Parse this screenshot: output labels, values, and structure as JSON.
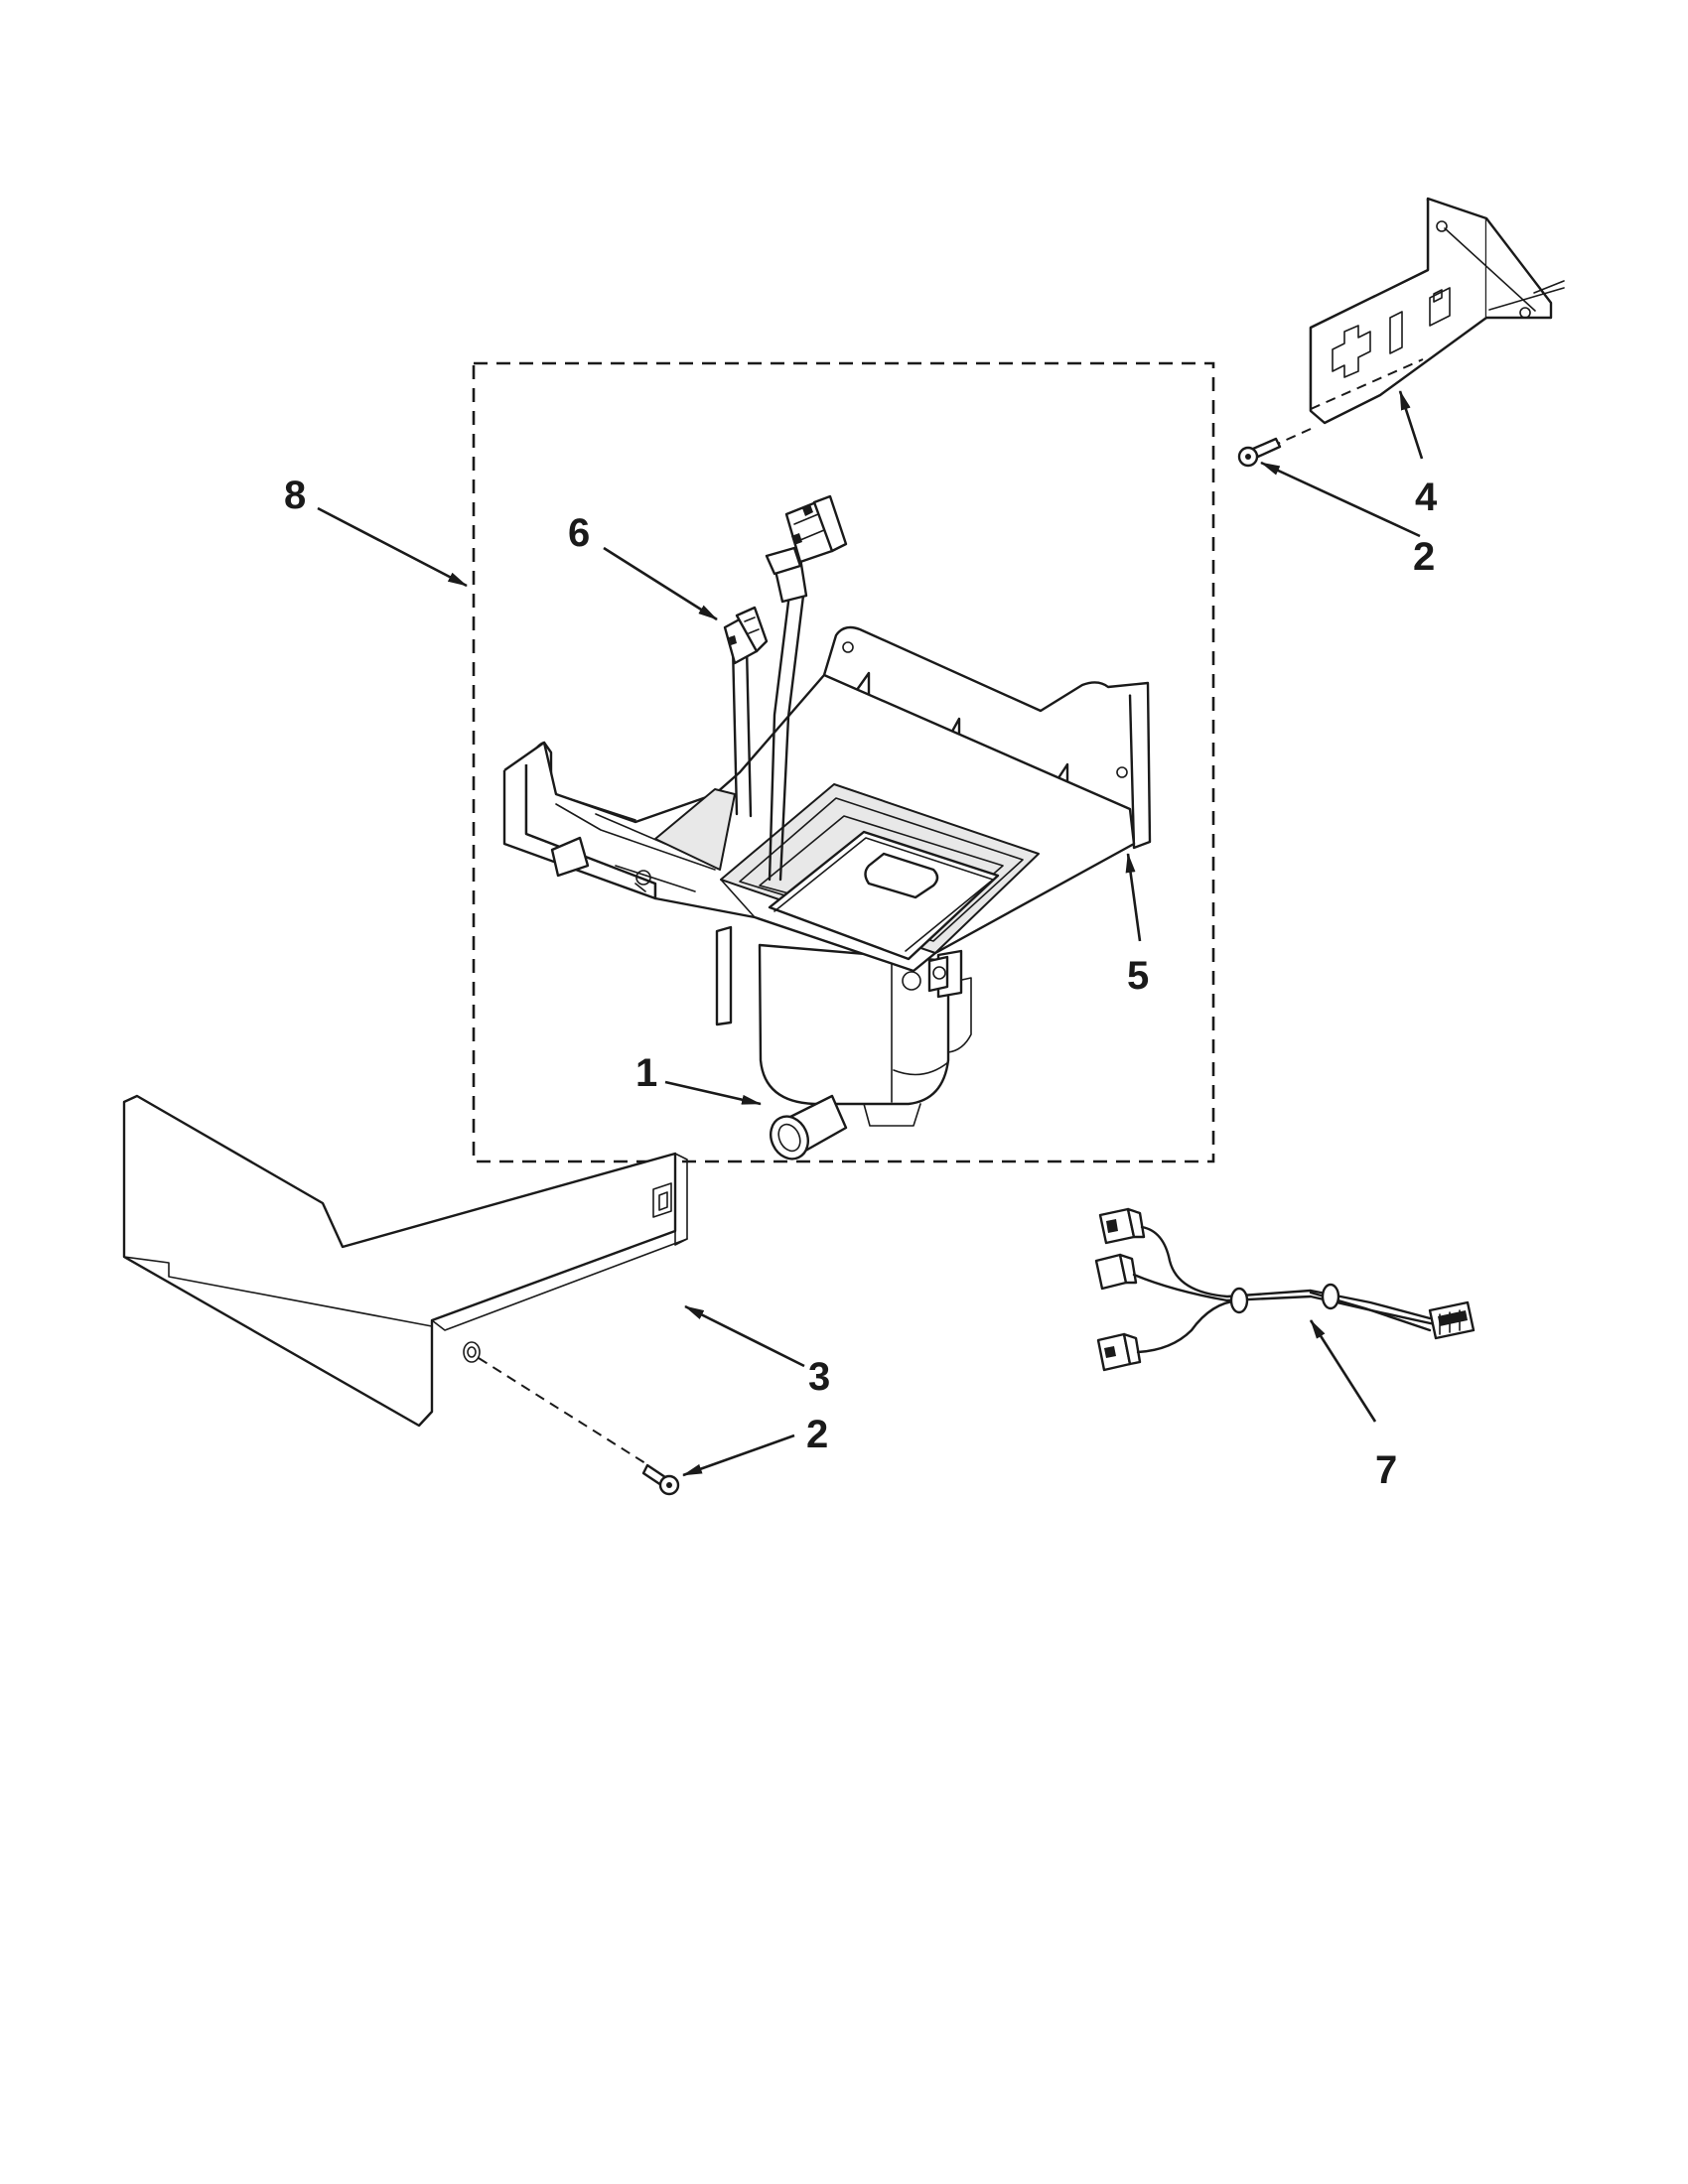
{
  "callouts": {
    "c1": "1",
    "c2a": "2",
    "c2b": "2",
    "c3": "3",
    "c4": "4",
    "c5": "5",
    "c6": "6",
    "c7": "7",
    "c8": "8"
  }
}
